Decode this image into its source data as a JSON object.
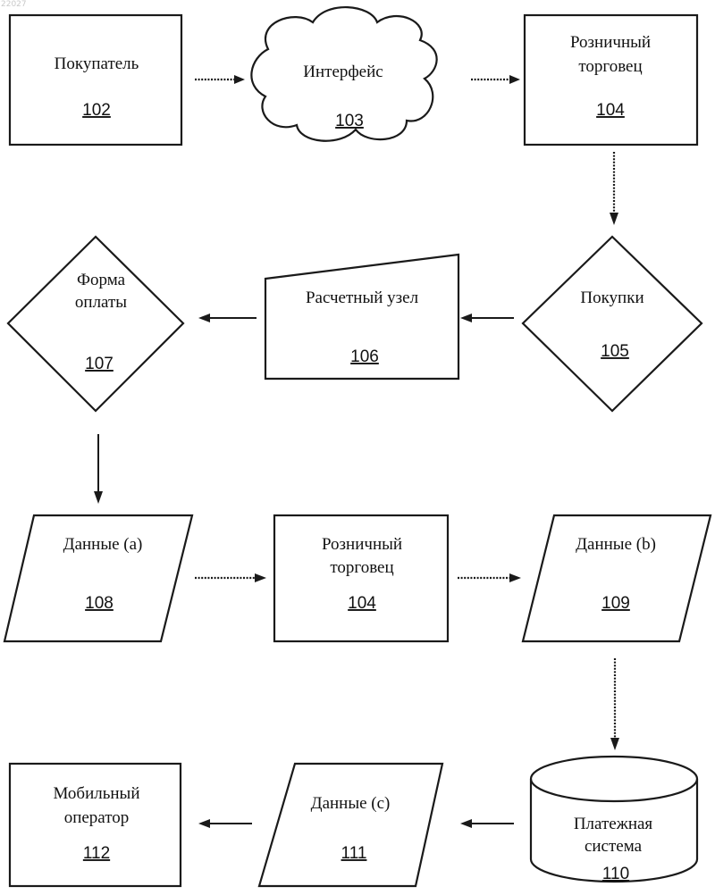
{
  "watermark": "22027",
  "nodes": {
    "buyer": {
      "label": [
        "Покупатель"
      ],
      "num": "102"
    },
    "interface": {
      "label": [
        "Интерфейс"
      ],
      "num": "103"
    },
    "retailer_top": {
      "label": [
        "Розничный",
        "торговец"
      ],
      "num": "104"
    },
    "purchases": {
      "label": [
        "Покупки"
      ],
      "num": "105"
    },
    "settlement": {
      "label": [
        "Расчетный узел"
      ],
      "num": "106"
    },
    "payment_form": {
      "label": [
        "Форма",
        "оплаты"
      ],
      "num": "107"
    },
    "data_a": {
      "label": [
        "Данные (a)"
      ],
      "num": "108"
    },
    "retailer_mid": {
      "label": [
        "Розничный",
        "торговец"
      ],
      "num": "104"
    },
    "data_b": {
      "label": [
        "Данные (b)"
      ],
      "num": "109"
    },
    "payment_system": {
      "label": [
        "Платежная",
        "система"
      ],
      "num": "110"
    },
    "data_c": {
      "label": [
        "Данные (c)"
      ],
      "num": "111"
    },
    "mobile_operator": {
      "label": [
        "Мобильный",
        "оператор"
      ],
      "num": "112"
    }
  }
}
